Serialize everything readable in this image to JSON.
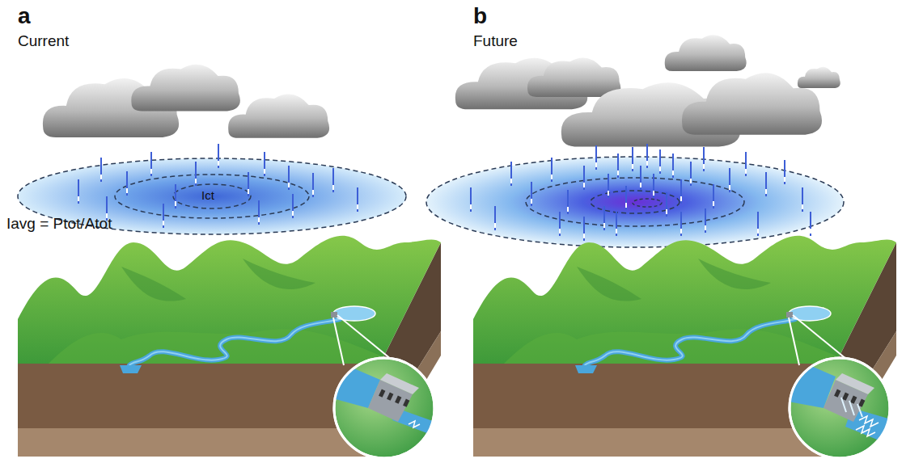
{
  "diagram": {
    "labels": [
      "a",
      "Current",
      "b",
      "Future",
      "Ict",
      "Iavg = Ptot/Atot"
    ]
  }
}
